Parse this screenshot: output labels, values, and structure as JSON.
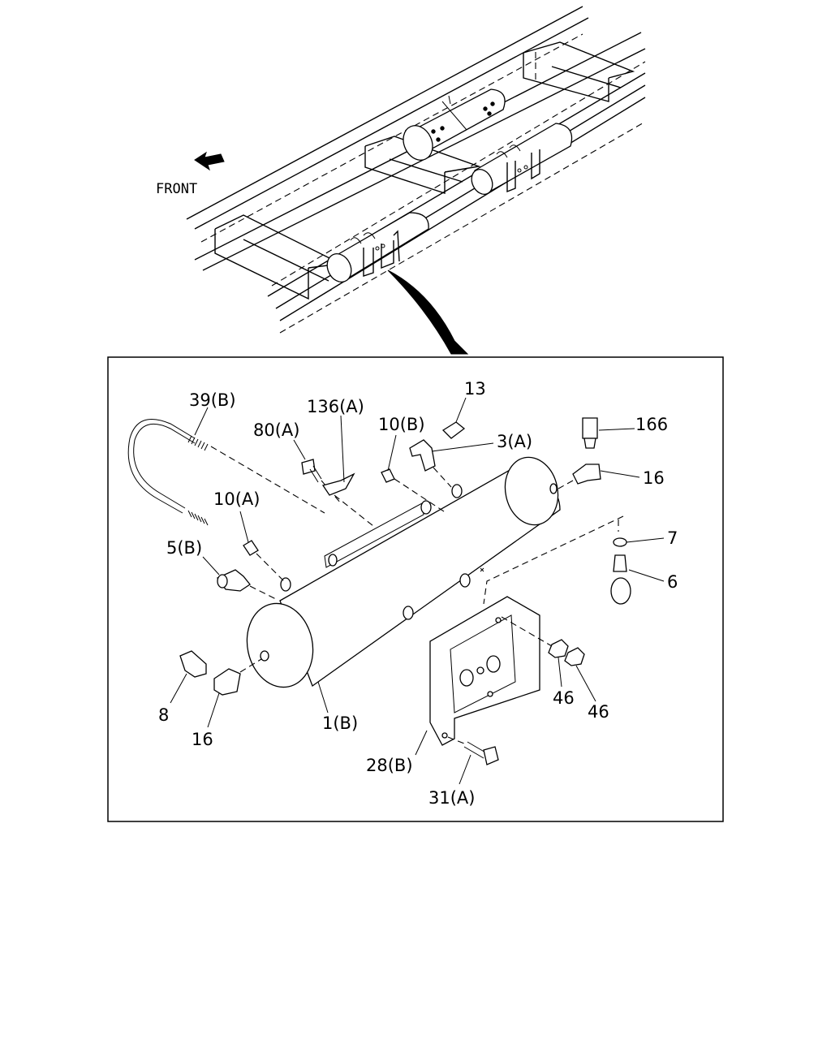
{
  "overview": {
    "direction_label": "FRONT"
  },
  "callouts": [
    {
      "id": "c39b",
      "text": "39(B)"
    },
    {
      "id": "c136a",
      "text": "136(A)"
    },
    {
      "id": "c80a",
      "text": "80(A)"
    },
    {
      "id": "c10b",
      "text": "10(B)"
    },
    {
      "id": "c13",
      "text": "13"
    },
    {
      "id": "c3a",
      "text": "3(A)"
    },
    {
      "id": "c166",
      "text": "166"
    },
    {
      "id": "c16r",
      "text": "16"
    },
    {
      "id": "c10a",
      "text": "10(A)"
    },
    {
      "id": "c7",
      "text": "7"
    },
    {
      "id": "c5b",
      "text": "5(B)"
    },
    {
      "id": "c6",
      "text": "6"
    },
    {
      "id": "c46a",
      "text": "46"
    },
    {
      "id": "c46b",
      "text": "46"
    },
    {
      "id": "c8",
      "text": "8"
    },
    {
      "id": "c16l",
      "text": "16"
    },
    {
      "id": "c1b",
      "text": "1(B)"
    },
    {
      "id": "c28b",
      "text": "28(B)"
    },
    {
      "id": "c31a",
      "text": "31(A)"
    }
  ]
}
